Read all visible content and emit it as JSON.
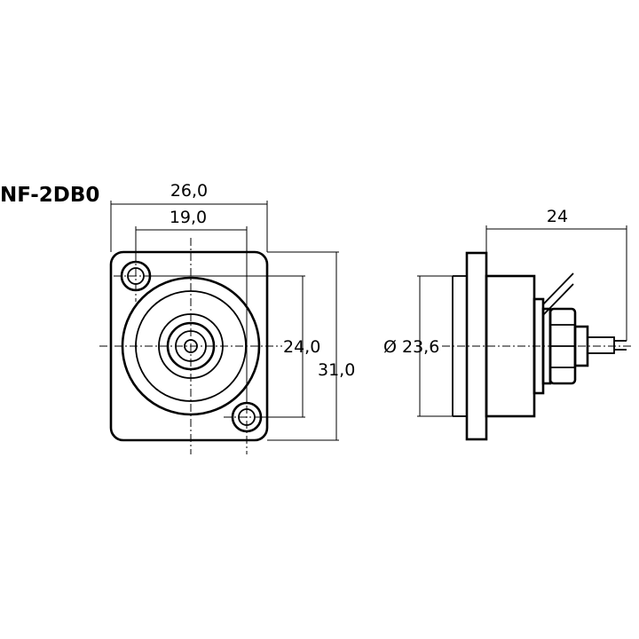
{
  "title": "NF-2DB0",
  "front_view": {
    "width_outer": "26,0",
    "width_holes": "19,0",
    "height_holes": "24,0",
    "height_outer": "31,0"
  },
  "side_view": {
    "depth": "24",
    "diameter": "Ø 23,6"
  }
}
